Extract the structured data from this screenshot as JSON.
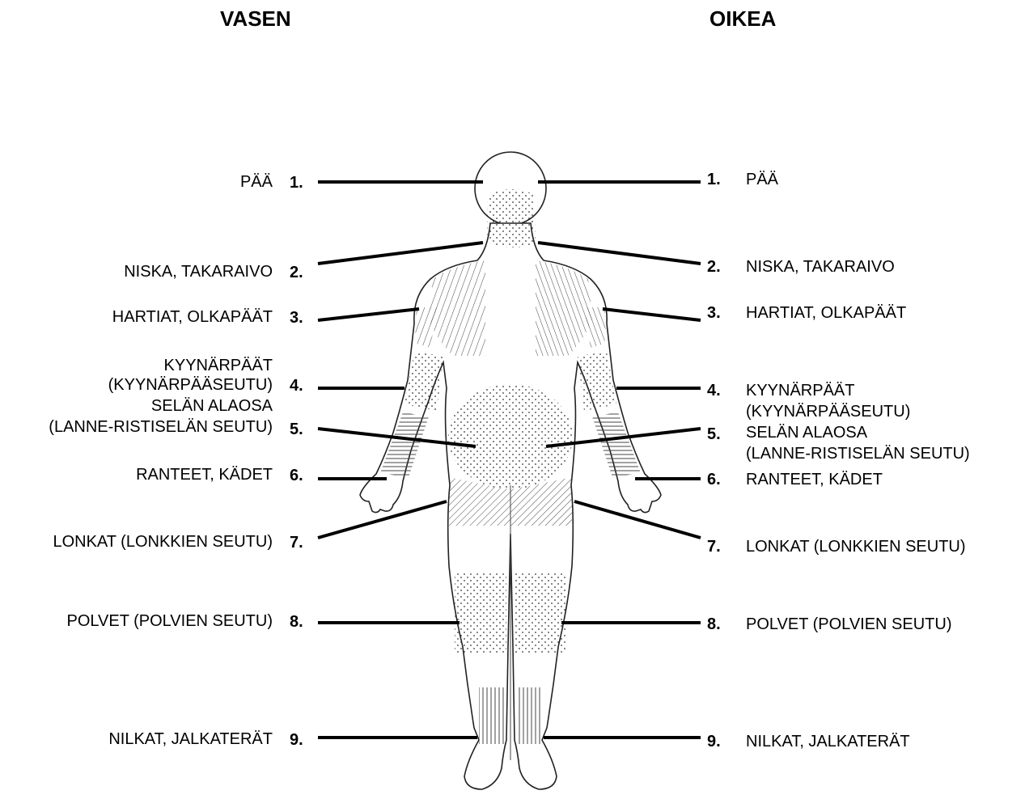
{
  "headings": {
    "left": "VASEN",
    "right": "OIKEA"
  },
  "regions": [
    {
      "number": "1.",
      "left_label": [
        "PÄÄ"
      ],
      "right_label": [
        "PÄÄ"
      ]
    },
    {
      "number": "2.",
      "left_label": [
        "NISKA, TAKARAIVO"
      ],
      "right_label": [
        "NISKA, TAKARAIVO"
      ]
    },
    {
      "number": "3.",
      "left_label": [
        "HARTIAT, OLKAPÄÄT"
      ],
      "right_label": [
        "HARTIAT, OLKAPÄÄT"
      ]
    },
    {
      "number": "4.",
      "left_label": [
        "KYYNÄRPÄÄT",
        "(KYYNÄRPÄÄSEUTU)"
      ],
      "right_label": [
        "KYYNÄRPÄÄT",
        "(KYYNÄRPÄÄSEUTU)"
      ]
    },
    {
      "number": "5.",
      "left_label": [
        "SELÄN ALAOSA",
        "(LANNE-RISTISELÄN SEUTU)"
      ],
      "right_label": [
        "SELÄN ALAOSA",
        "(LANNE-RISTISELÄN SEUTU)"
      ]
    },
    {
      "number": "6.",
      "left_label": [
        "RANTEET, KÄDET"
      ],
      "right_label": [
        "RANTEET, KÄDET"
      ]
    },
    {
      "number": "7.",
      "left_label": [
        "LONKAT (LONKKIEN SEUTU)"
      ],
      "right_label": [
        "LONKAT (LONKKIEN SEUTU)"
      ]
    },
    {
      "number": "8.",
      "left_label": [
        "POLVET (POLVIEN SEUTU)"
      ],
      "right_label": [
        "POLVET (POLVIEN SEUTU)"
      ]
    },
    {
      "number": "9.",
      "left_label": [
        "NILKAT, JALKATERÄT"
      ],
      "right_label": [
        "NILKAT, JALKATERÄT"
      ]
    }
  ]
}
